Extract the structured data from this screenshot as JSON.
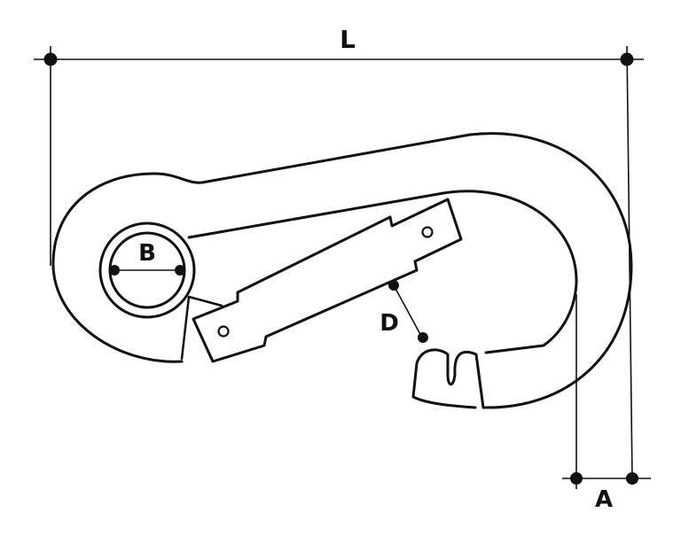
{
  "diagram": {
    "labels": {
      "length": "L",
      "eye_diameter": "B",
      "gate_opening": "D",
      "wire_thickness": "A"
    },
    "colors": {
      "ink": "#111111",
      "background": "#ffffff"
    }
  }
}
